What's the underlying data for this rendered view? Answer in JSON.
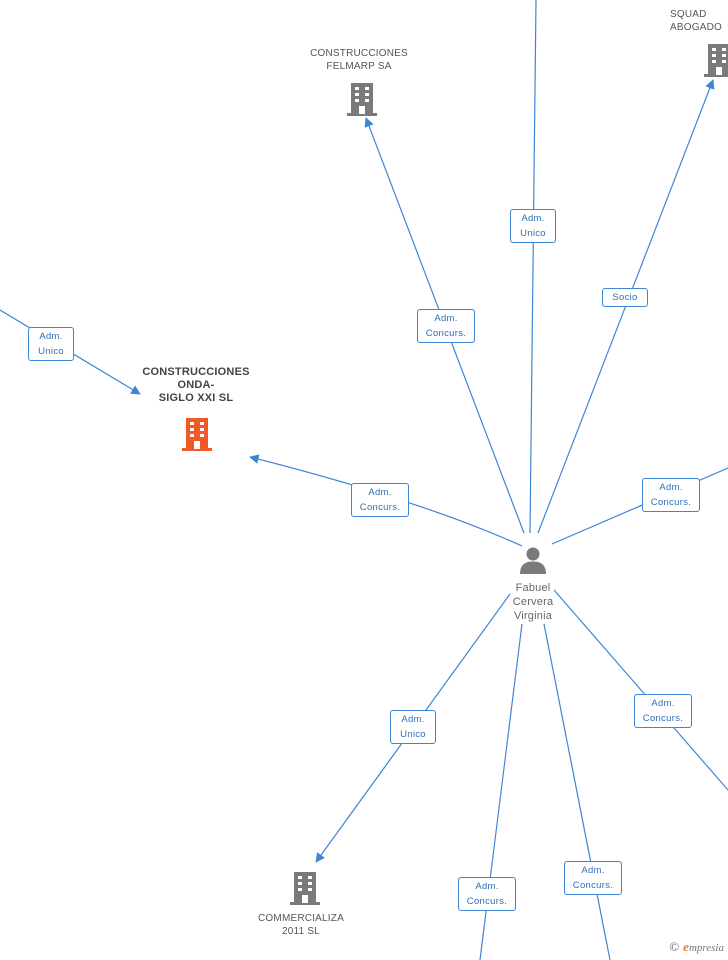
{
  "nodes": {
    "center_person": {
      "name": "Fabuel\nCervera\nVirginia",
      "icon": "person-icon"
    },
    "construcciones_onda": {
      "name": "CONSTRUCCIONES\nONDA-\nSIGLO XXI SL",
      "icon": "building-icon",
      "color": "#f05a28"
    },
    "construcciones_felmarp": {
      "name": "CONSTRUCCIONES\nFELMARP SA",
      "icon": "building-icon"
    },
    "squad_abogados": {
      "name": "SQUAD\nABOGADO",
      "icon": "building-icon"
    },
    "commercializa": {
      "name": "COMMERCIALIZA\n2011 SL",
      "icon": "building-icon"
    }
  },
  "edge_labels": {
    "adm_unico_top": "Adm.\nUnico",
    "adm_concurs_felmarp": "Adm.\nConcurs.",
    "socio_squad": "Socio",
    "adm_unico_left": "Adm.\nUnico",
    "adm_concurs_onda": "Adm.\nConcurs.",
    "adm_concurs_right": "Adm.\nConcurs.",
    "adm_unico_commercializa": "Adm.\nUnico",
    "adm_concurs_lower_right": "Adm.\nConcurs.",
    "adm_concurs_bottom_left": "Adm.\nConcurs.",
    "adm_concurs_bottom_right": "Adm.\nConcurs."
  },
  "colors": {
    "edge": "#3d86d4",
    "building": "#7a7a7a",
    "focus_building": "#f05a28",
    "person": "#7a7a7a"
  },
  "brand": {
    "copyright": "©",
    "first_letter": "e",
    "rest": "mpresia"
  }
}
